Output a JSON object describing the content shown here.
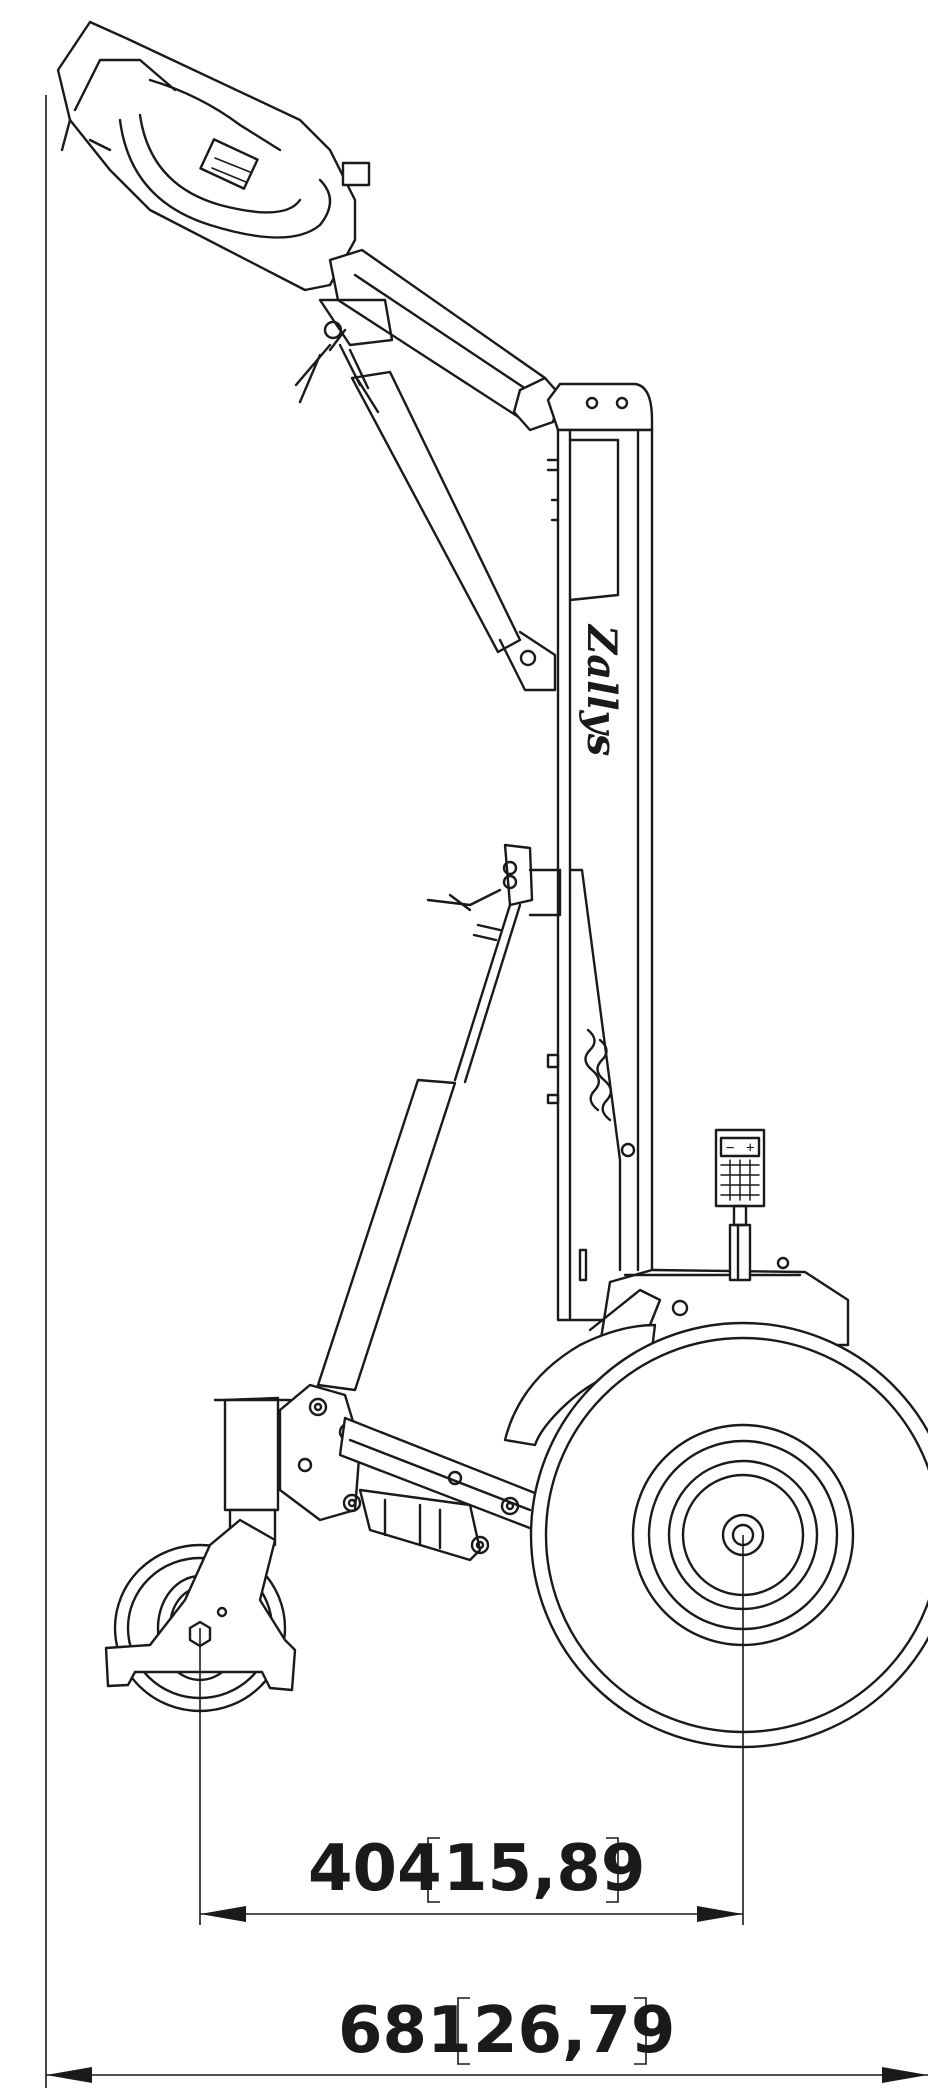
{
  "brand": {
    "logo_text": "Zallys"
  },
  "battery": {
    "minus": "−",
    "plus": "+"
  },
  "dimensions": {
    "wheelbase": {
      "mm": "404",
      "inch": "15,89"
    },
    "overall": {
      "mm": "681",
      "inch": "26,79"
    }
  }
}
